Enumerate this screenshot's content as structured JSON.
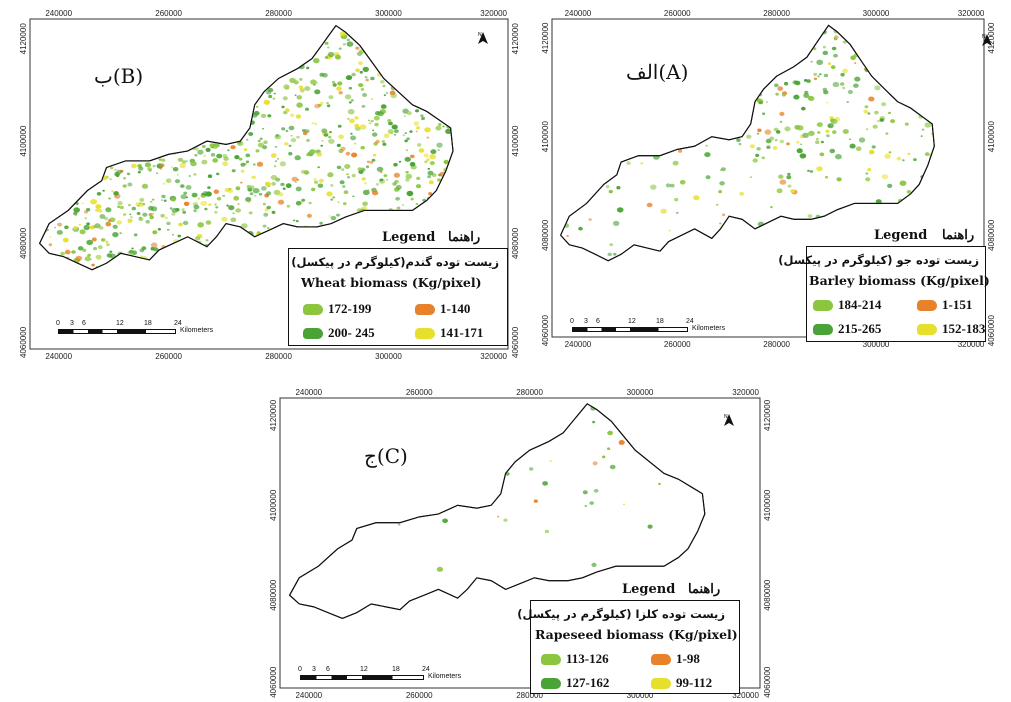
{
  "panels": [
    {
      "id": "B",
      "label": "ب(B)",
      "legend_word_en": "Legend",
      "legend_word_fa": "راهنما",
      "title_fa": "زیست توده گندم(کیلوگرم در پیکسل)",
      "title_en": "Wheat biomass (Kg/pixel)",
      "classes": [
        {
          "range": "172-199",
          "color": "#8cc63e"
        },
        {
          "range": "1-140",
          "color": "#e8822a"
        },
        {
          "range": "200- 245",
          "color": "#4aa336"
        },
        {
          "range": "141-171",
          "color": "#e6e02c"
        }
      ],
      "x_ticks": [
        "240000",
        "260000",
        "280000",
        "300000",
        "320000"
      ],
      "y_ticks": [
        "4120000",
        "4100000",
        "4080000",
        "4060000"
      ],
      "scale_ticks": [
        "0",
        "3",
        "6",
        "12",
        "18",
        "24"
      ],
      "scale_unit": "Kilometers",
      "vegetation_density": 0.85
    },
    {
      "id": "A",
      "label": "الف(A)",
      "legend_word_en": "Legend",
      "legend_word_fa": "راهنما",
      "title_fa": "زیست توده جو (کیلوگرم در پیکسل)",
      "title_en": "Barley biomass (Kg/pixel)",
      "classes": [
        {
          "range": "184-214",
          "color": "#8cc63e"
        },
        {
          "range": "1-151",
          "color": "#e8822a"
        },
        {
          "range": "215-265",
          "color": "#4aa336"
        },
        {
          "range": "152-183",
          "color": "#e6e02c"
        }
      ],
      "x_ticks": [
        "240000",
        "260000",
        "280000",
        "300000",
        "320000"
      ],
      "y_ticks": [
        "4120000",
        "4100000",
        "4080000",
        "4060000"
      ],
      "scale_ticks": [
        "0",
        "3",
        "6",
        "12",
        "18",
        "24"
      ],
      "scale_unit": "Kilometers",
      "vegetation_density": 0.45
    },
    {
      "id": "C",
      "label": "ج(C)",
      "legend_word_en": "Legend",
      "legend_word_fa": "راهنما",
      "title_fa": "زیست توده کلزا (کیلوگرم در پیکسل)",
      "title_en": "Rapeseed biomass (Kg/pixel)",
      "classes": [
        {
          "range": "113-126",
          "color": "#8cc63e"
        },
        {
          "range": "1-98",
          "color": "#e8822a"
        },
        {
          "range": "127-162",
          "color": "#4aa336"
        },
        {
          "range": "99-112",
          "color": "#e6e02c"
        }
      ],
      "x_ticks": [
        "240000",
        "260000",
        "280000",
        "300000",
        "320000"
      ],
      "y_ticks": [
        "4120000",
        "4100000",
        "4080000",
        "4060000"
      ],
      "scale_ticks": [
        "0",
        "3",
        "6",
        "12",
        "18",
        "24"
      ],
      "scale_unit": "Kilometers",
      "vegetation_density": 0.08
    }
  ],
  "north_arrow_label": "N"
}
